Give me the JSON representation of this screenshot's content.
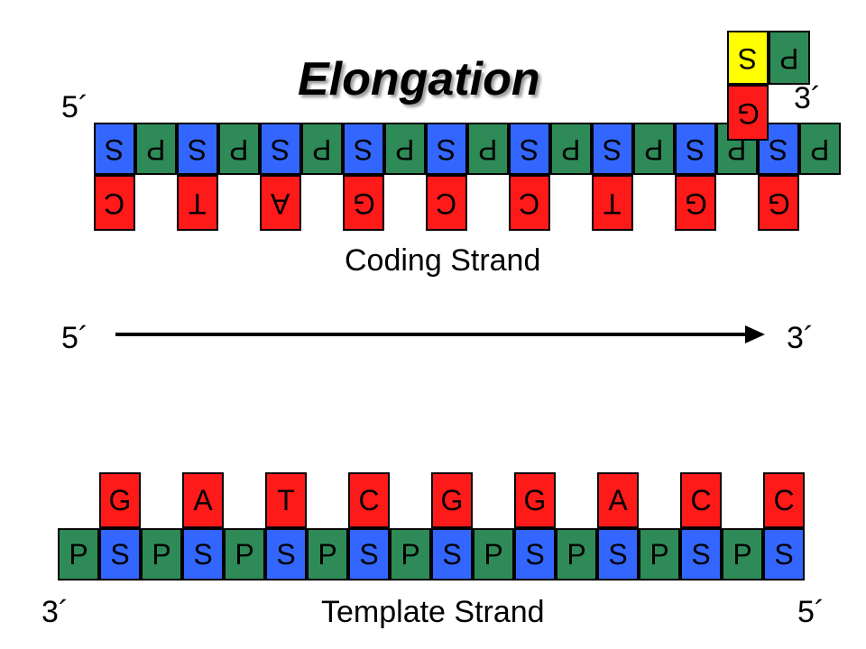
{
  "title": "Elongation",
  "colors": {
    "sugar": "#3366ff",
    "phosphate": "#2e8b57",
    "base": "#ff1a1a",
    "incoming_sugar": "#ffff00",
    "arrow": "#000000"
  },
  "coding_strand": {
    "label": "Coding Strand",
    "end_left": "5´",
    "end_right": "3´",
    "backbone": [
      "S",
      "P",
      "S",
      "P",
      "S",
      "P",
      "S",
      "P",
      "S",
      "P",
      "S",
      "P",
      "S",
      "P",
      "S",
      "P",
      "S",
      "P"
    ],
    "bases": [
      "C",
      "T",
      "A",
      "G",
      "C",
      "C",
      "T",
      "G",
      "G"
    ]
  },
  "incoming_nucleotide": {
    "sugar": "S",
    "phosphate": "P",
    "base": "G"
  },
  "direction_arrow": {
    "start": "5´",
    "end": "3´"
  },
  "template_strand": {
    "label": "Template Strand",
    "end_left": "3´",
    "end_right": "5´",
    "backbone": [
      "P",
      "S",
      "P",
      "S",
      "P",
      "S",
      "P",
      "S",
      "P",
      "S",
      "P",
      "S",
      "P",
      "S",
      "P",
      "S",
      "P",
      "S"
    ],
    "bases": [
      "G",
      "A",
      "T",
      "C",
      "G",
      "G",
      "A",
      "C",
      "C"
    ]
  }
}
